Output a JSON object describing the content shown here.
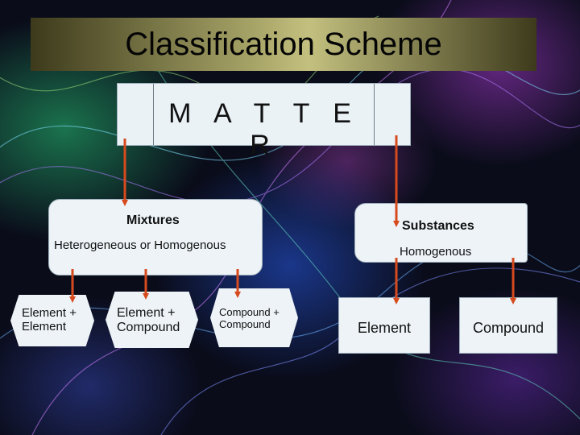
{
  "title": "Classification Scheme",
  "root": {
    "label": "M A T T E R"
  },
  "mixtures": {
    "title": "Mixtures",
    "subtitle": "Heterogeneous or Homogenous"
  },
  "substances": {
    "title": "Substances",
    "subtitle": "Homogenous"
  },
  "mixture_types": [
    {
      "line1": "Element +",
      "line2": "Element"
    },
    {
      "line1": "Element +",
      "line2": "Compound"
    },
    {
      "line1": "Compound +",
      "line2": "Compound"
    }
  ],
  "substance_types": [
    {
      "label": "Element"
    },
    {
      "label": "Compound"
    }
  ],
  "colors": {
    "arrow": "#d64a1e",
    "box_fill": "#edf3f7",
    "title_bar": "#a9a669"
  }
}
